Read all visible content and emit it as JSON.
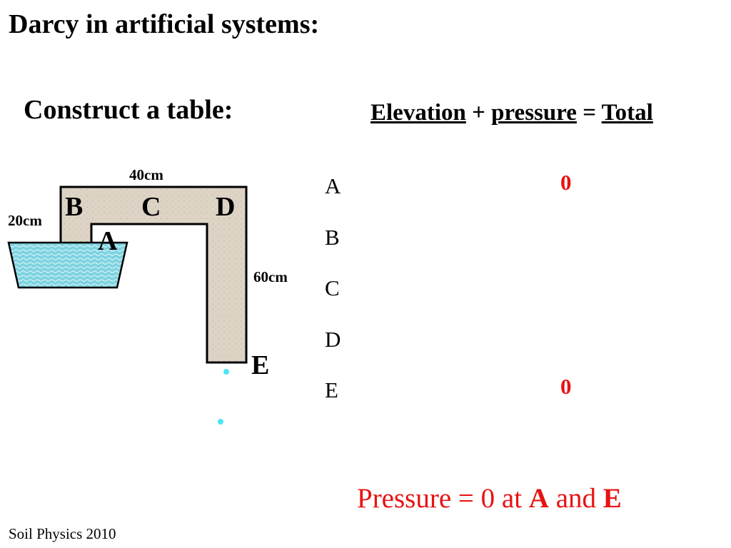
{
  "slide": {
    "title": "Darcy in artificial systems:",
    "subtitle": "Construct a table:",
    "footer": "Soil Physics 2010"
  },
  "equation": {
    "term1": "Elevation",
    "op1": "+",
    "term2": "pressure",
    "op2": "=",
    "term3": "Total"
  },
  "diagram": {
    "dim_top": "40cm",
    "dim_left": "20cm",
    "dim_right": "60cm",
    "points": {
      "A": "A",
      "B": "B",
      "C": "C",
      "D": "D",
      "E": "E"
    },
    "colors": {
      "soil": "#ddd4c6",
      "water": "#7fd3e0",
      "drop": "#4fe3f5"
    }
  },
  "table": {
    "rows": [
      {
        "label": "A",
        "total": "0"
      },
      {
        "label": "B",
        "total": ""
      },
      {
        "label": "C",
        "total": ""
      },
      {
        "label": "D",
        "total": ""
      },
      {
        "label": "E",
        "total": "0"
      }
    ]
  },
  "note": {
    "prefix": "Pressure = 0 at",
    "point1": "A",
    "conj": "and",
    "point2": "E"
  },
  "colors": {
    "accent": "#e81212"
  }
}
